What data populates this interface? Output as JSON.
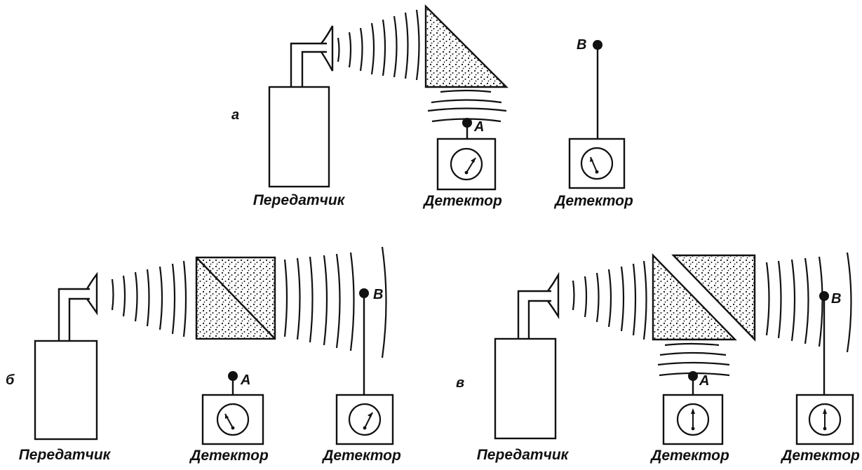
{
  "panels": [
    {
      "id": "a",
      "letter": "а"
    },
    {
      "id": "b",
      "letter": "б"
    },
    {
      "id": "c",
      "letter": "в"
    }
  ],
  "labels": {
    "transmitter": "Передатчик",
    "detector": "Детектор",
    "point_a": "A",
    "point_b": "B"
  }
}
